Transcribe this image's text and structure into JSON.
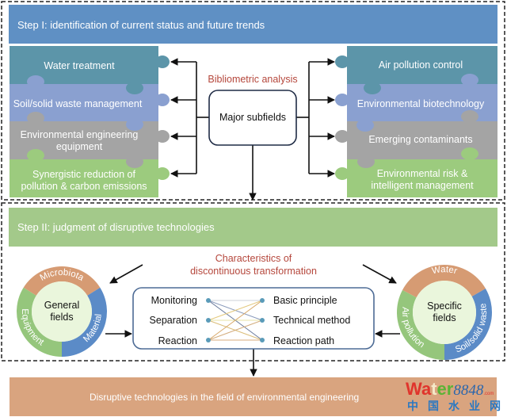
{
  "colors": {
    "step1_header": "#5f90c4",
    "step2_header": "#a3c98a",
    "result_bar": "#d9a47f",
    "teal": "#5c95a9",
    "periwinkle": "#8aa0d0",
    "gray": "#a4a4a4",
    "green": "#9ccb7e",
    "accent_red": "#b5473c",
    "ring_orange": "#d69b73",
    "ring_blue": "#5b8bc7",
    "ring_green": "#95c67c",
    "ring_inner": "#eaf6dc",
    "dot": "#5a9bb9"
  },
  "step1": {
    "title": "Step I: identification of current status and future trends",
    "analysis_label": "Bibliometric analysis",
    "center_box": "Major subfields",
    "left_subfields": [
      {
        "lines": [
          "Water treatment"
        ]
      },
      {
        "lines": [
          "Soil/solid waste management"
        ]
      },
      {
        "lines": [
          "Environmental engineering",
          "equipment"
        ]
      },
      {
        "lines": [
          "Synergistic reduction of",
          "pollution & carbon emissions"
        ]
      }
    ],
    "right_subfields": [
      {
        "lines": [
          "Air pollution control"
        ]
      },
      {
        "lines": [
          "Environmental biotechnology"
        ]
      },
      {
        "lines": [
          "Emerging contaminants"
        ]
      },
      {
        "lines": [
          "Environmental risk &",
          "intelligent management"
        ]
      }
    ]
  },
  "step2": {
    "title": "Step II: judgment of disruptive technologies",
    "characteristics_label": [
      "Characteristics of",
      "discontinuous transformation"
    ],
    "general_fields": {
      "center": [
        "General",
        "fields"
      ],
      "segments": [
        "Microbiota",
        "Material",
        "Equipment"
      ]
    },
    "specific_fields": {
      "center": [
        "Specific",
        "fields"
      ],
      "segments": [
        "Water",
        "Soil/solid waste",
        "Air pollution"
      ]
    },
    "matrix": {
      "left": [
        "Monitoring",
        "Separation",
        "Reaction"
      ],
      "right": [
        "Basic principle",
        "Technical method",
        "Reaction path"
      ]
    }
  },
  "result": {
    "label": "Disruptive technologies in the field of environmental engineering"
  },
  "watermark": {
    "brand_part1": "Wa",
    "brand_part2": "t",
    "brand_part3": "er",
    "brand_number": "8848",
    "brand_suffix": ".com",
    "chinese": "中国水业网"
  }
}
